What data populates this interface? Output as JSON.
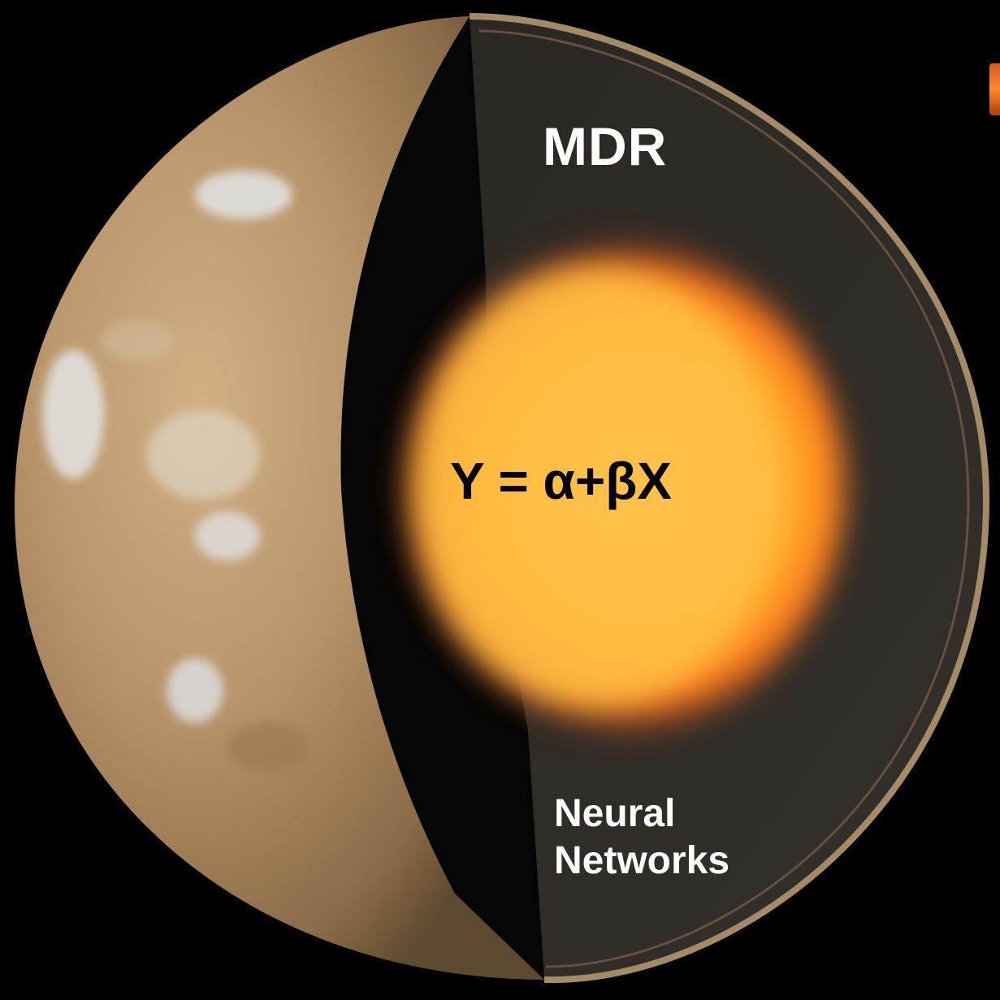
{
  "layers": {
    "crust_label": "MDR",
    "core_label": "Y = α+βX",
    "mantle_label_line1": "Neural",
    "mantle_label_line2": "Networks"
  },
  "colors": {
    "background": "#000000",
    "surface": "#b89465",
    "mantle": "#302b27",
    "core": "#ffb83a",
    "core_edge": "#ff7a1e"
  }
}
